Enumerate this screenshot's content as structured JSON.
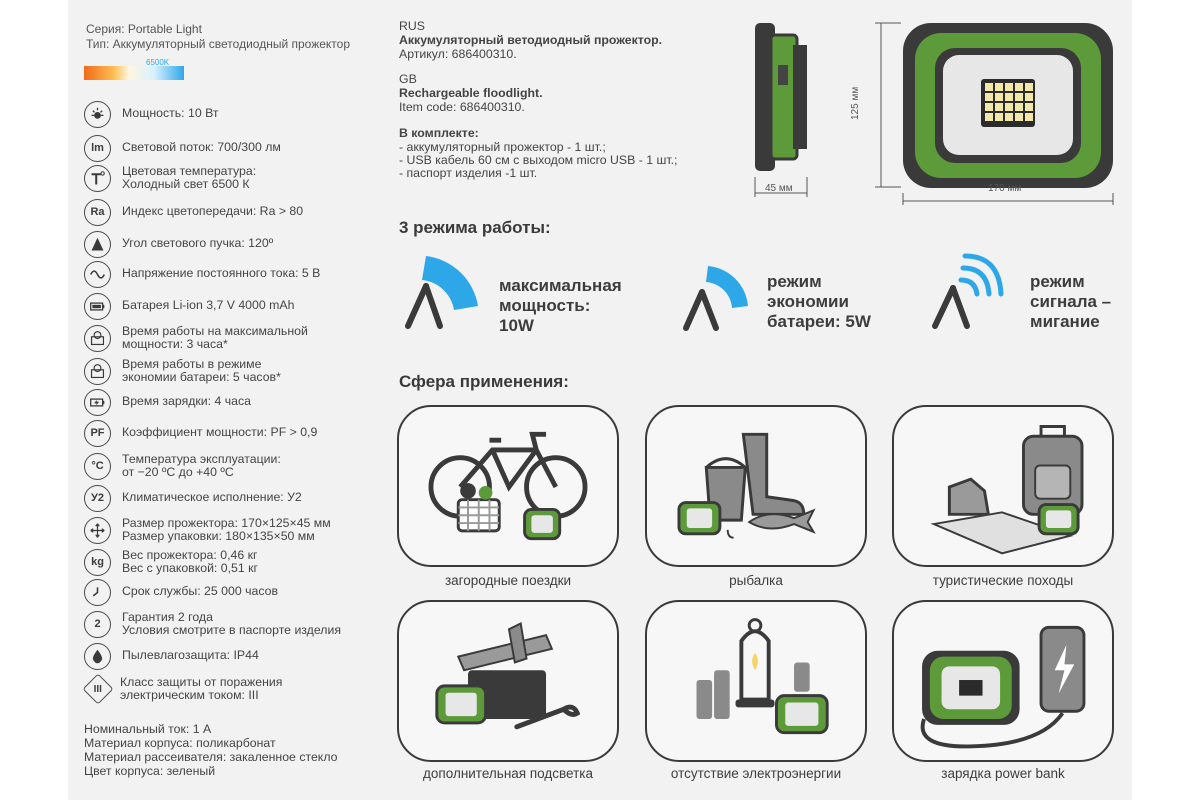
{
  "header": {
    "series": "Серия: Portable Light",
    "type": "Тип: Аккумуляторный светодиодный прожектор",
    "scale_label": "6500K"
  },
  "specs": [
    {
      "icon": "brightness-icon",
      "text": "Мощность: 10 Вт"
    },
    {
      "icon": "lm",
      "text": "Световой поток: 700/300 лм"
    },
    {
      "icon": "color-temperature-icon",
      "text": "Цветовая температура:\nХолодный свет 6500 К"
    },
    {
      "icon": "Ra",
      "text": "Индекс цветопередачи: Ra > 80"
    },
    {
      "icon": "beam-angle-icon",
      "text": "Угол светового пучка: 120º"
    },
    {
      "icon": "sine-wave-icon",
      "text": "Напряжение постоянного тока: 5 В"
    },
    {
      "icon": "battery-icon",
      "text": "Батарея Li-ion 3,7 V 4000 mAh"
    },
    {
      "icon": "runtime-max-icon",
      "text": "Время работы на максимальной\nмощности: 3 часа*"
    },
    {
      "icon": "runtime-eco-icon",
      "text": "Время работы в режиме\nэкономии батареи: 5 часов*"
    },
    {
      "icon": "charging-icon",
      "text": "Время зарядки: 4 часа"
    },
    {
      "icon": "PF",
      "text": "Коэффициент мощности: PF > 0,9"
    },
    {
      "icon": "°C",
      "text": "Температура эксплуатации:\nот −20 ºС до +40 ºС"
    },
    {
      "icon": "У2",
      "text": "Климатическое исполнение: У2"
    },
    {
      "icon": "size-arrows-icon",
      "text": "Размер прожектора: 170×125×45 мм\nРазмер упаковки: 180×135×50 мм"
    },
    {
      "icon": "kg",
      "text": "Вес прожектора: 0,46 кг\nВес с упаковкой: 0,51 кг"
    },
    {
      "icon": "clock-icon",
      "text": "Срок службы: 25 000 часов"
    },
    {
      "icon": "2",
      "text": "Гарантия 2 года\nУсловия смотрите в паспорте изделия"
    },
    {
      "icon": "water-drop-icon",
      "text": "Пылевлагозащита: IP44"
    },
    {
      "icon": "III",
      "text": "Класс защиты от поражения\nэлектрическим током: III"
    }
  ],
  "footer": [
    "Номинальный ток: 1 А",
    "Материал корпуса: поликарбонат",
    "Материал рассеивателя: закаленное стекло",
    "Цвет корпуса: зеленый"
  ],
  "product": {
    "rus_label": "RUS",
    "rus_name": "Аккумуляторный ветодиодный прожектор.",
    "rus_code": "Артикул: 686400310.",
    "gb_label": "GB",
    "gb_name": "Rechargeable floodlight.",
    "gb_code": "Item code: 686400310.",
    "kit_title": "В комплекте:",
    "kit_items": [
      "- аккумуляторный прожектор - 1 шт.;",
      "- USB кабель 60 см с выходом micro USB - 1 шт.;",
      "- паспорт изделия -1 шт."
    ]
  },
  "dimensions": {
    "depth": "45 мм",
    "height": "125 мм",
    "width": "170 мм"
  },
  "modes_title": "3 режима работы:",
  "modes": [
    {
      "text": "максимальная\nмощность:\n10W"
    },
    {
      "text": "режим\nэкономии\nбатареи: 5W"
    },
    {
      "text": "режим\nсигнала –\nмигание"
    }
  ],
  "apps_title": "Сфера применения:",
  "applications": [
    "загородные поездки",
    "рыбалка",
    "туристические походы",
    "дополнительная подсветка",
    "отсутствие электроэнергии",
    "зарядка power bank"
  ],
  "colors": {
    "accent_green": "#5d9a3a",
    "accent_blue": "#2ea7e8",
    "dark": "#3a3a3a"
  }
}
